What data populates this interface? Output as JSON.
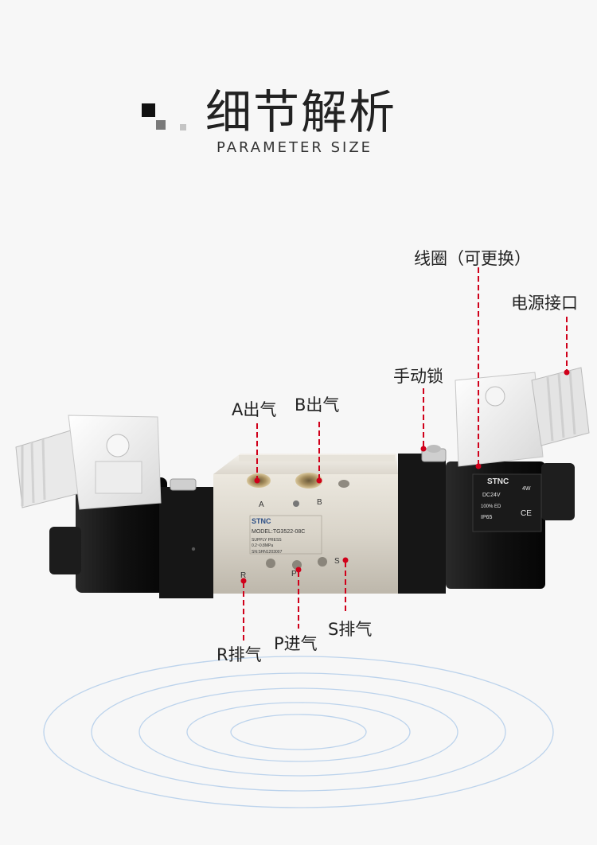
{
  "header": {
    "title": "细节解析",
    "subtitle": "PARAMETER SIZE"
  },
  "labels": {
    "coil": "线圈（可更换）",
    "power_port": "电源接口",
    "manual_lock": "手动锁",
    "a_outlet": "A出气",
    "b_outlet": "B出气",
    "r_exhaust": "R排气",
    "p_inlet": "P进气",
    "s_exhaust": "S排气"
  },
  "valve_body": {
    "brand": "STNC",
    "model": "MODEL:TG3522-08C",
    "supply": "SUPPLY PRESS",
    "pressure": "0.2~0.8MPa",
    "serial": "SN:SHN1203007",
    "port_a": "A",
    "port_b": "B",
    "port_r": "R",
    "port_p": "P",
    "port_s": "S"
  },
  "coil_plate": {
    "brand": "STNC",
    "voltage": "DC24V",
    "power": "4W",
    "duty": "100% ED",
    "rating": "IP65",
    "mark": "CE"
  },
  "colors": {
    "marker": "#d0001a",
    "body": "#d6d1c6",
    "coil": "#151515"
  }
}
